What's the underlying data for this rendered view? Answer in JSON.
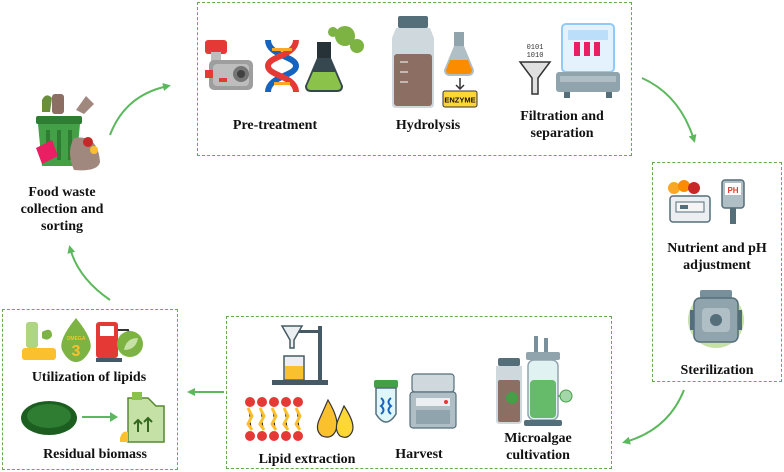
{
  "steps": {
    "food_waste": "Food waste\ncollection and\nsorting",
    "pretreatment": "Pre-treatment",
    "hydrolysis": "Hydrolysis",
    "filtration": "Filtration and\nseparation",
    "nutrient": "Nutrient and pH\nadjustment",
    "sterilization": "Sterilization",
    "cultivation": "Microalgae\ncultivation",
    "harvest": "Harvest",
    "lipid_extraction": "Lipid extraction",
    "utilization": "Utilization of lipids",
    "residual": "Residual biomass"
  },
  "icon_text": {
    "enzyme": "ENZYME",
    "binary_1": "0101",
    "binary_2": "1010",
    "ph": "PH",
    "omega_number": "3",
    "omega_word": "OMEGA"
  },
  "colors": {
    "box_border": "#6aa84f",
    "arrow": "#5cb85c"
  }
}
